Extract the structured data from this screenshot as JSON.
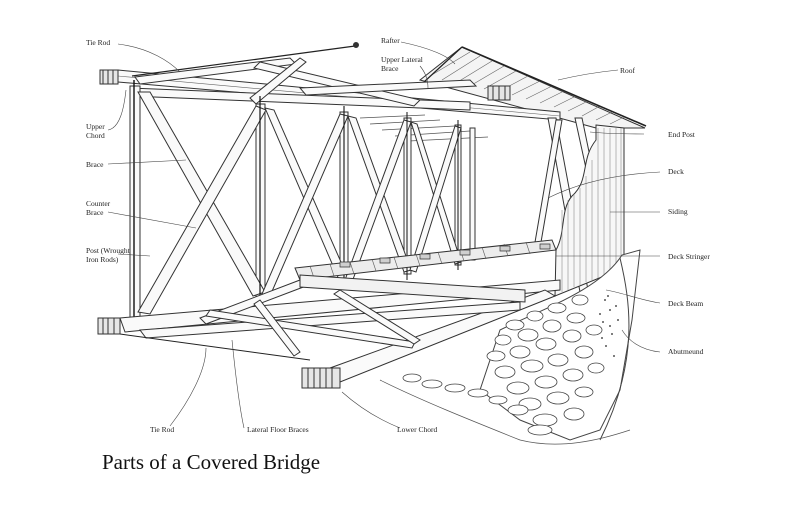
{
  "title": "Parts of a Covered Bridge",
  "labels": {
    "tie_rod_top": "Tie Rod",
    "rafter": "Rafter",
    "upper_lateral_brace": "Upper Lateral Brace",
    "roof": "Roof",
    "upper_chord": "Upper Chord",
    "end_post": "End Post",
    "brace": "Brace",
    "deck": "Deck",
    "counter_brace": "Counter Brace",
    "siding": "Siding",
    "post": "Post (Wrought Iron Rods)",
    "deck_stringer": "Deck Stringer",
    "deck_beam": "Deck Beam",
    "abutment": "Abutmeund",
    "tie_rod_bottom": "Tie Rod",
    "lateral_floor_braces": "Lateral Floor Braces",
    "lower_chord": "Lower Chord"
  }
}
